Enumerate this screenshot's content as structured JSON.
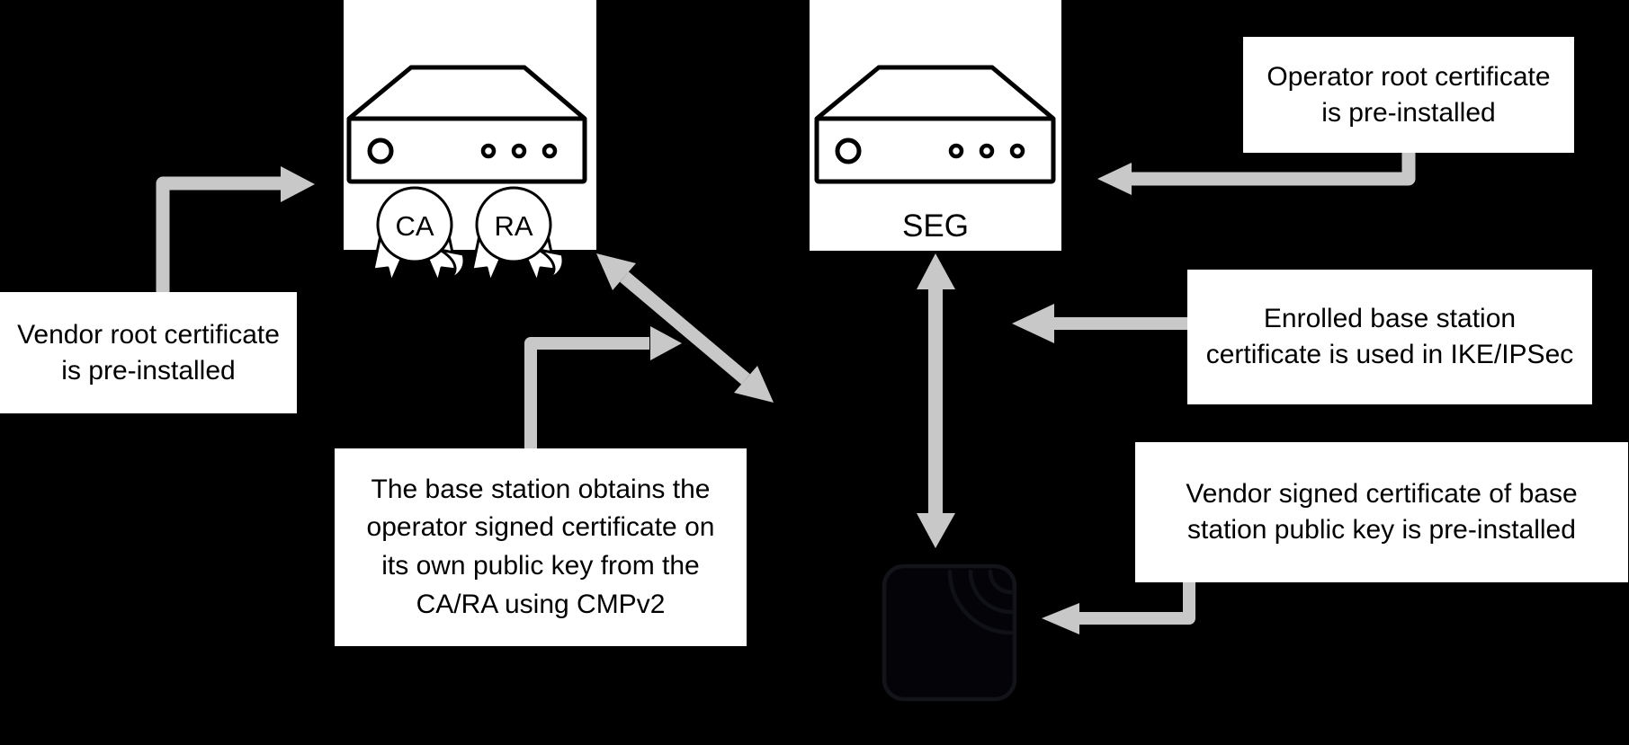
{
  "diagram": {
    "background_color": "#000000",
    "box_color": "#ffffff",
    "text_color": "#000000",
    "arrow_color": "#c8c8c8",
    "nodes": {
      "ca_ra": {
        "icon": "server-icon",
        "badges": [
          {
            "label": "CA"
          },
          {
            "label": "RA"
          }
        ]
      },
      "seg": {
        "icon": "server-icon",
        "label": "SEG"
      },
      "base_station": {
        "icon": "wireless-device-icon"
      }
    },
    "callouts": {
      "vendor_root": "Vendor root certificate\nis pre-installed",
      "operator_root": "Operator root certificate\nis pre-installed",
      "enrolled": "Enrolled base station\ncertificate is used in IKE/IPSec",
      "vendor_signed": "Vendor signed certificate of base\nstation public key is pre-installed",
      "cmpv2": "The base station obtains the\noperator signed certificate on\nits own public key from the\nCA/RA using CMPv2"
    }
  }
}
